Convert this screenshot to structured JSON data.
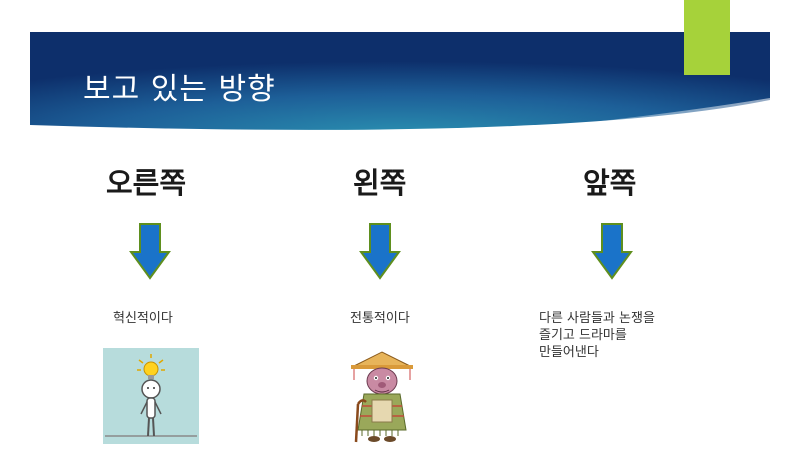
{
  "slide": {
    "title": "보고 있는 방향",
    "colors": {
      "banner_dark": "#0d2f6b",
      "banner_light": "#2a8fb0",
      "accent": "#a6d23a",
      "arrow_fill": "#1a73c9",
      "arrow_stroke": "#5f8f1e"
    }
  },
  "columns": [
    {
      "heading": "오른쪽",
      "description_lines": [
        "혁신적이다"
      ],
      "image_icon": "lightbulb-idea-figure-icon"
    },
    {
      "heading": "왼쪽",
      "description_lines": [
        "전통적이다"
      ],
      "image_icon": "elderly-traveler-cartoon-icon"
    },
    {
      "heading": "앞쪽",
      "description_lines": [
        "다른 사람들과 논쟁을",
        "즐기고 드라마를",
        "만들어낸다"
      ],
      "image_icon": null
    }
  ]
}
